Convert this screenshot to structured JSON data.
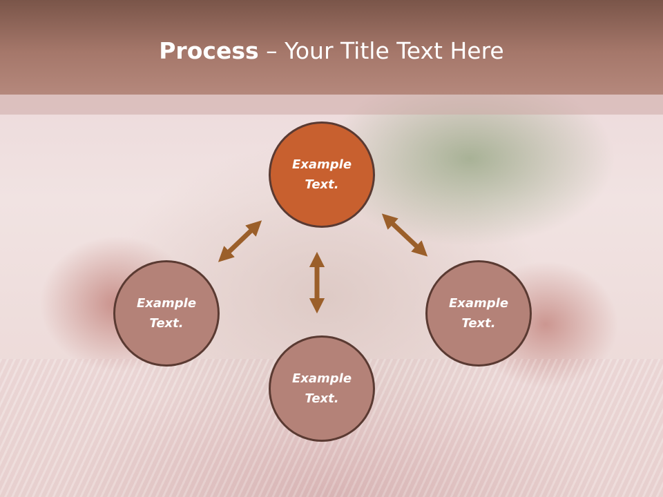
{
  "title": {
    "bold": "Process",
    "rest": " – Your Title Text Here"
  },
  "nodes": {
    "top": "Example\nText.",
    "left": "Example\nText.",
    "bottom": "Example\nText.",
    "right": "Example\nText."
  },
  "colors": {
    "header": "#a5776a",
    "main_circle": "#c8602f",
    "node_circle": "#b48278",
    "arrow": "#9b5f2a"
  }
}
